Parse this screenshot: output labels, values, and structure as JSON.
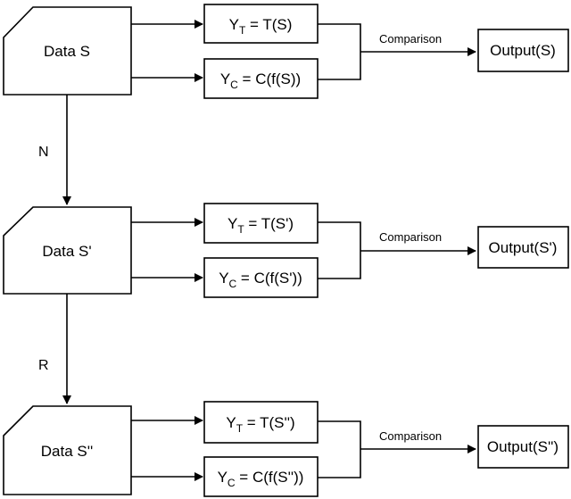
{
  "rows": [
    {
      "data_label": "Data S",
      "treat": {
        "var": "Y",
        "sub": "T",
        "expr": " = T(S)"
      },
      "control": {
        "var": "Y",
        "sub": "C",
        "expr": " = C(f(S))"
      },
      "comparison": "Comparison",
      "output": "Output(S)"
    },
    {
      "data_label": "Data S'",
      "treat": {
        "var": "Y",
        "sub": "T",
        "expr": " = T(S')"
      },
      "control": {
        "var": "Y",
        "sub": "C",
        "expr": " = C(f(S'))"
      },
      "comparison": "Comparison",
      "output": "Output(S')"
    },
    {
      "data_label": "Data S''",
      "treat": {
        "var": "Y",
        "sub": "T",
        "expr": " = T(S'')"
      },
      "control": {
        "var": "Y",
        "sub": "C",
        "expr": " = C(f(S''))"
      },
      "comparison": "Comparison",
      "output": "Output(S'')"
    }
  ],
  "transitions": [
    {
      "label": "N"
    },
    {
      "label": "R"
    }
  ]
}
